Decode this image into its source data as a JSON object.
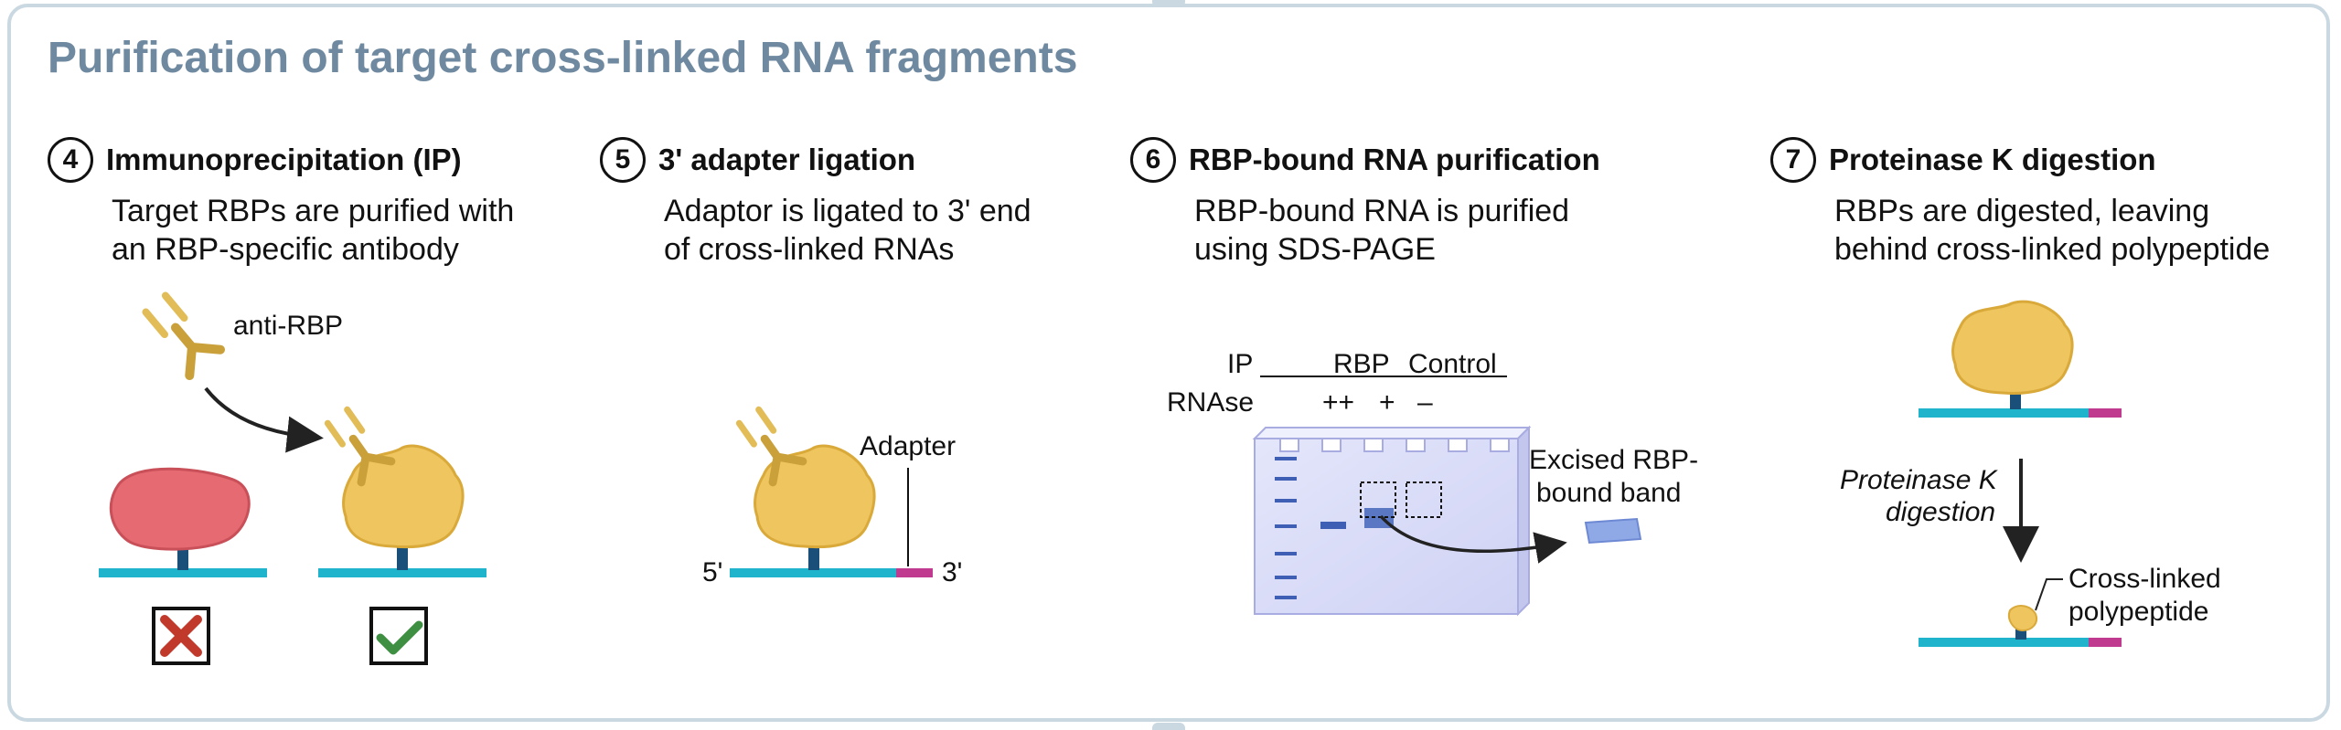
{
  "title": "Purification of target cross-linked RNA fragments",
  "steps": [
    {
      "num": "4",
      "title": "Immunoprecipitation (IP)",
      "desc": [
        "Target RBPs are purified with",
        "an RBP-specific antibody"
      ]
    },
    {
      "num": "5",
      "title": "3' adapter ligation",
      "desc": [
        "Adaptor is ligated to 3' end",
        "of cross-linked RNAs"
      ]
    },
    {
      "num": "6",
      "title": "RBP-bound RNA purification",
      "desc": [
        "RBP-bound RNA is purified",
        "using SDS-PAGE"
      ]
    },
    {
      "num": "7",
      "title": "Proteinase K digestion",
      "desc": [
        "RBPs are digested, leaving",
        "behind cross-linked polypeptide"
      ]
    }
  ],
  "labels": {
    "anti_rbp": "anti-RBP",
    "adapter": "Adapter",
    "five_prime": "5'",
    "three_prime": "3'",
    "ip": "IP",
    "rbp": "RBP",
    "control": "Control",
    "rnase": "RNAse",
    "rnase_high": "++",
    "rnase_low": "+",
    "rnase_none": "–",
    "excised_1": "Excised RBP-",
    "excised_2": "bound band",
    "proteinase_1": "Proteinase K",
    "proteinase_2": "digestion",
    "crosslinked_1": "Cross-linked",
    "crosslinked_2": "polypeptide"
  },
  "colors": {
    "title": "#6f8aa0",
    "frame": "#c9d8e1",
    "rna": "#1fb3cc",
    "adapter": "#c03a8f",
    "tether": "#1a4f7a",
    "rbp": "#efc560",
    "nonspecific_protein": "#e56a72",
    "antibody": "#c9a03a",
    "gel": "#d6d8f7",
    "band": "#3f5fb5",
    "reject": "#c0392b",
    "accept": "#3f8f43"
  }
}
